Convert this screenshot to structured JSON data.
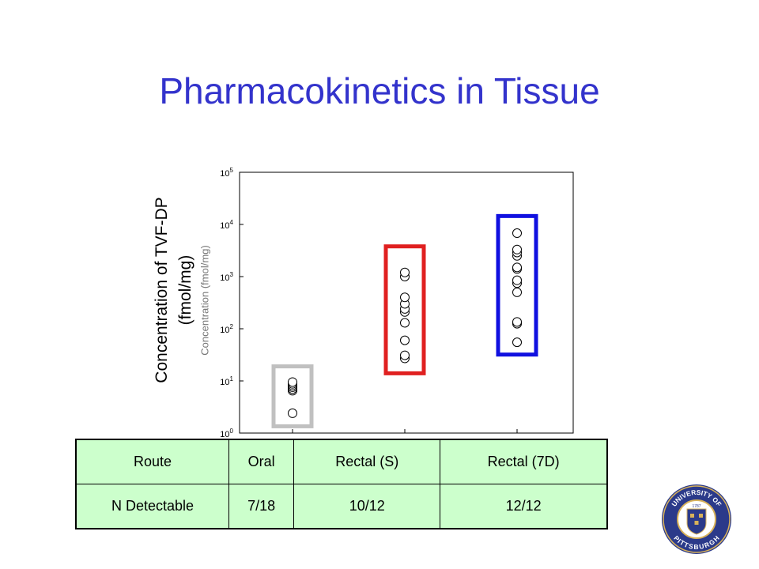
{
  "slide": {
    "title": "Pharmacokinetics in Tissue"
  },
  "chart_data": {
    "type": "scatter",
    "title": "",
    "xlabel": "",
    "ylabel": "Concentration of TVF-DP (fmol/mg)",
    "ylabel_underlay": "Concentration (fmol/mg)",
    "yscale": "log",
    "ylim": [
      1,
      100000
    ],
    "y_ticks": [
      {
        "exp": "0",
        "value": 1
      },
      {
        "exp": "1",
        "value": 10
      },
      {
        "exp": "2",
        "value": 100
      },
      {
        "exp": "3",
        "value": 1000
      },
      {
        "exp": "4",
        "value": 10000
      },
      {
        "exp": "5",
        "value": 100000
      }
    ],
    "grid": false,
    "categories": [
      "Oral",
      "Rectal (S)",
      "Rectal (7D)"
    ],
    "series": [
      {
        "category": "Oral",
        "box_color": "#c0c0c0",
        "box_range": [
          1.35,
          19
        ],
        "values": [
          2.4,
          6.5,
          7.0,
          7.6,
          8.2,
          8.8,
          9.5
        ]
      },
      {
        "category": "Rectal (S)",
        "box_color": "#e02020",
        "box_range": [
          14,
          3800
        ],
        "values": [
          27,
          31,
          60,
          130,
          210,
          240,
          300,
          400,
          1000,
          1200
        ]
      },
      {
        "category": "Rectal (7D)",
        "box_color": "#1010e0",
        "box_range": [
          32,
          14500
        ],
        "values": [
          55,
          125,
          135,
          500,
          750,
          850,
          1400,
          1500,
          2500,
          2900,
          3300,
          6800
        ]
      }
    ]
  },
  "table": {
    "header": [
      "Route",
      "Oral",
      "Rectal (S)",
      "Rectal (7D)"
    ],
    "row": [
      "N Detectable",
      "7/18",
      "10/12",
      "12/12"
    ]
  },
  "logo": {
    "text_top": "UNIVERSITY OF",
    "text_bottom": "PITTSBURGH",
    "year": "1787",
    "ring_color": "#2b3a8a",
    "gold_color": "#d8b25a"
  }
}
